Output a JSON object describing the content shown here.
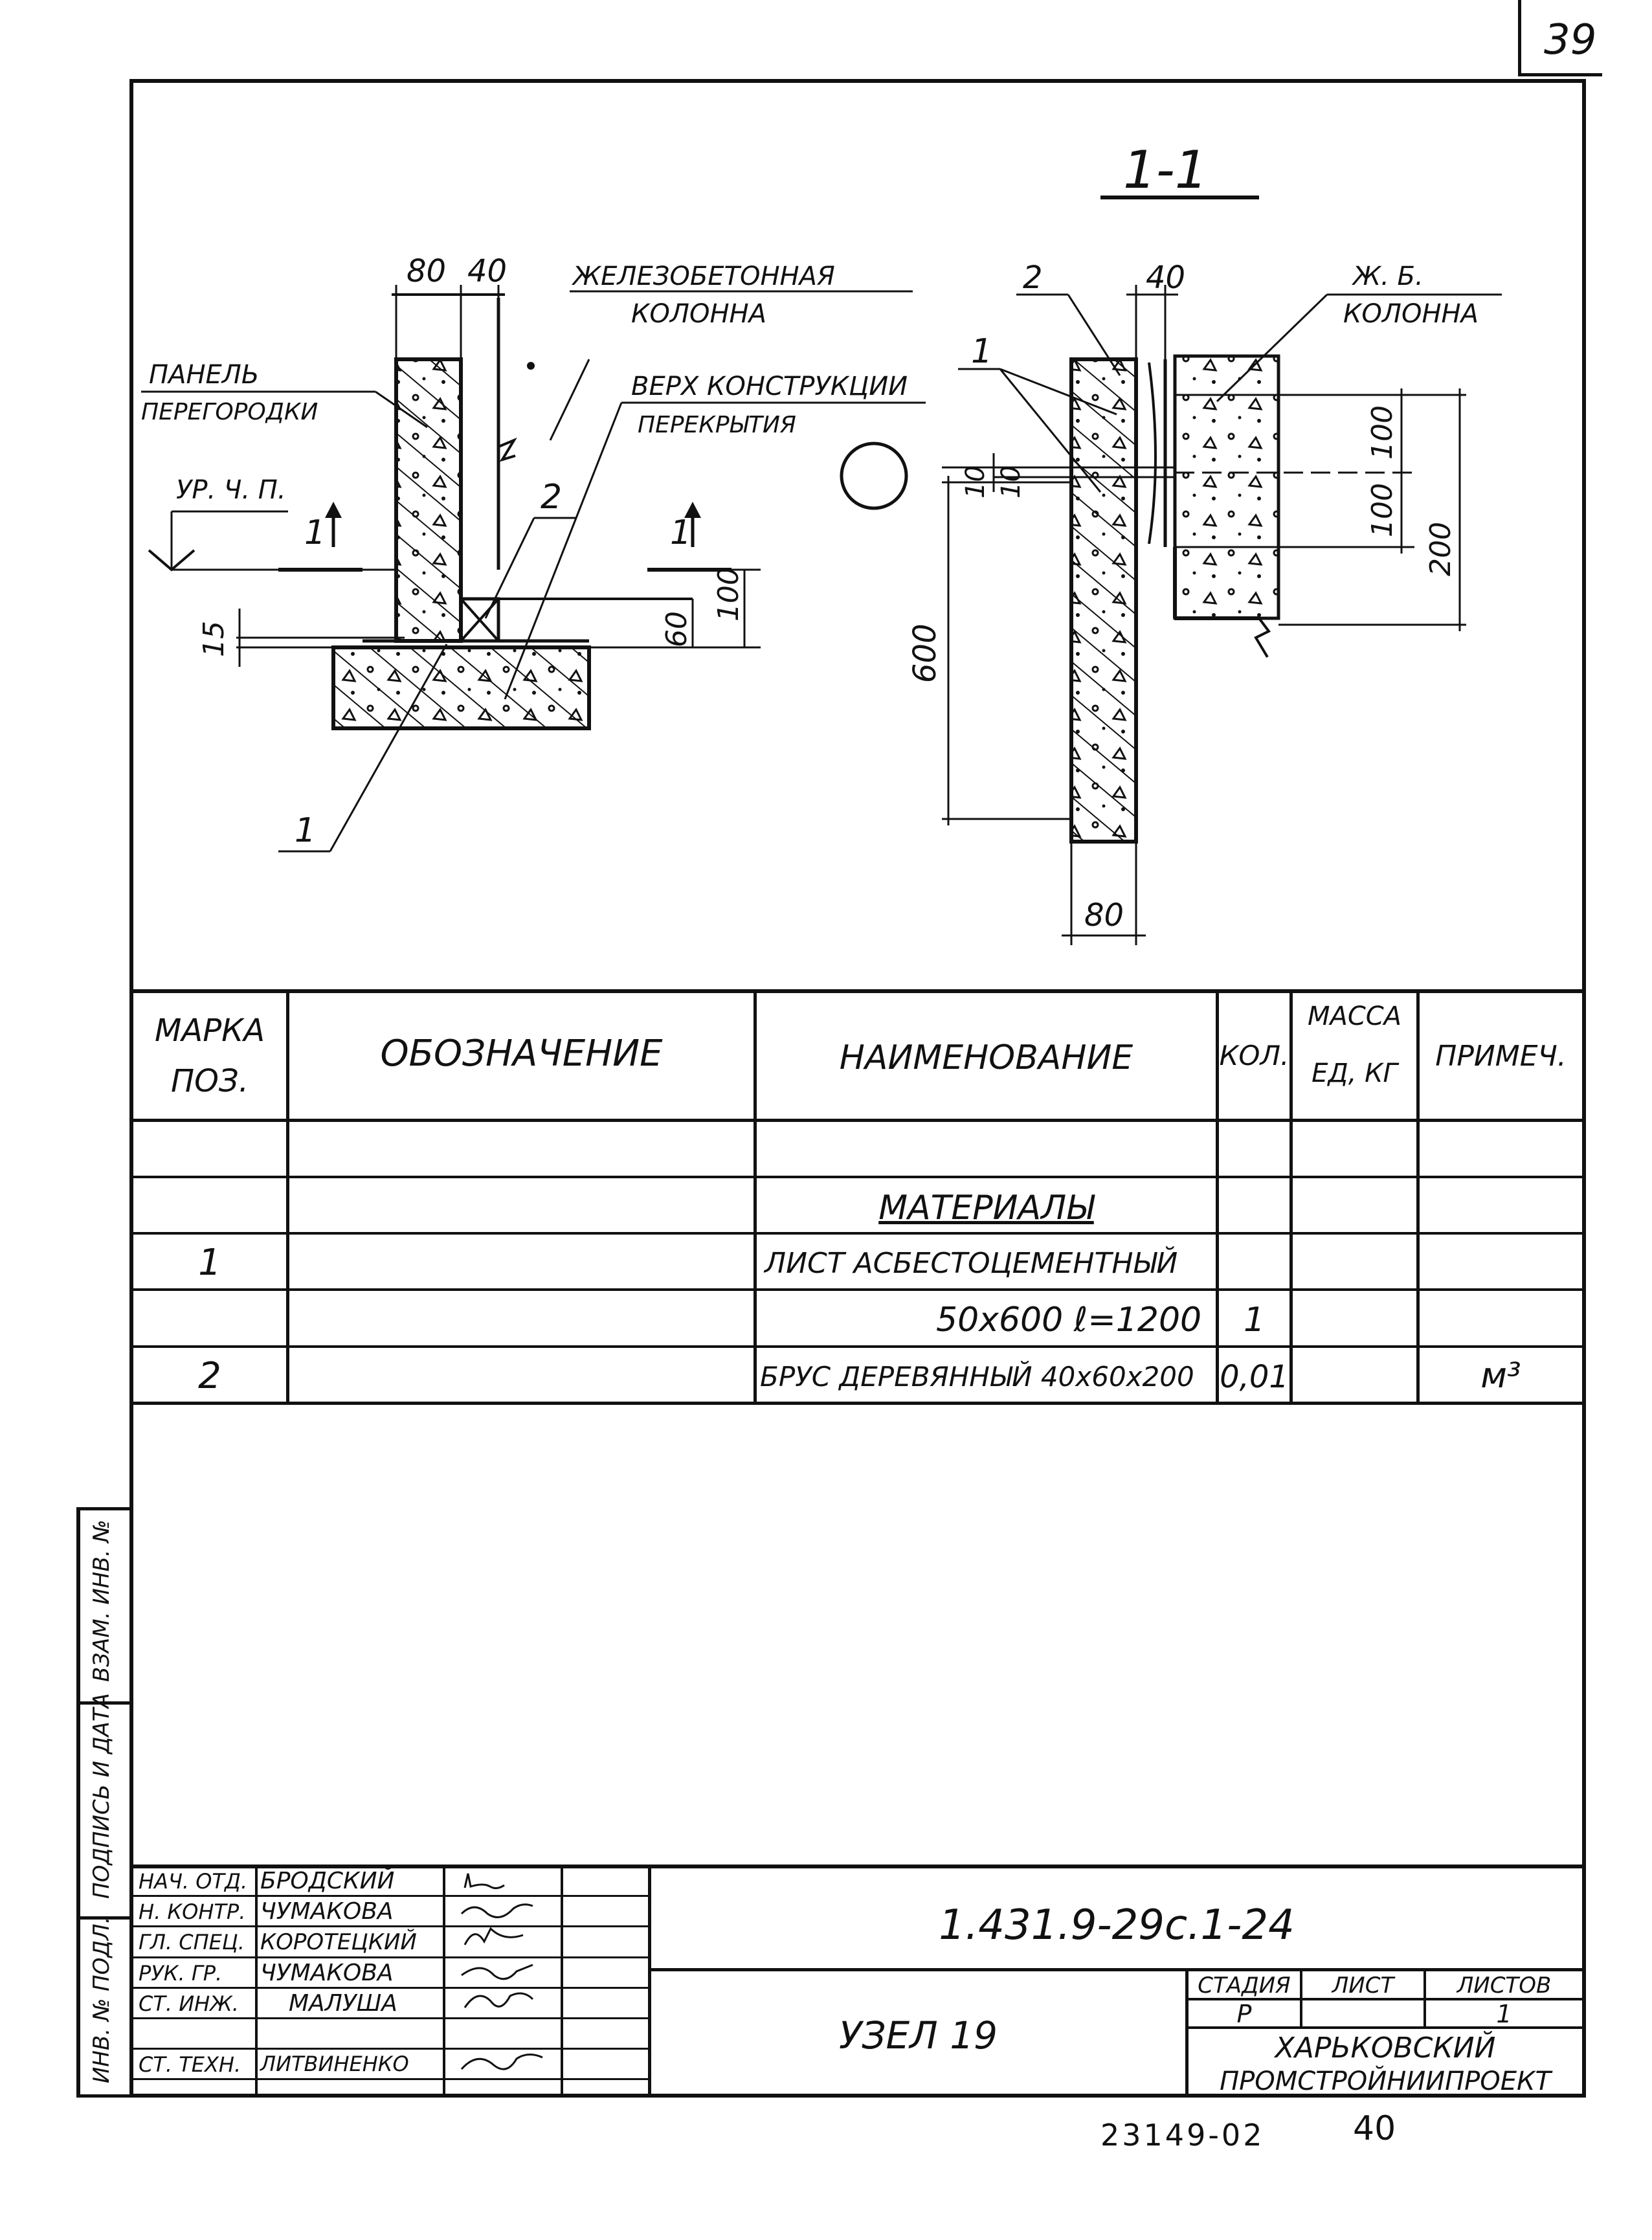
{
  "page_number": "39",
  "drawing": {
    "section_title": "1-1",
    "left": {
      "dim_80": "80",
      "dim_40": "40",
      "column_label_1": "ЖЕЛЕЗОБЕТОННАЯ",
      "column_label_2": "КОЛОННА",
      "panel_label_1": "ПАНЕЛЬ",
      "panel_label_2": "ПЕРЕГОРОДКИ",
      "top_label_1": "ВЕРХ КОНСТРУКЦИИ",
      "top_label_2": "ПЕРЕКРЫТИЯ",
      "level_label": "УР. Ч. П.",
      "callout_2": "2",
      "callout_1": "1",
      "cut_mark_left": "1",
      "cut_mark_right": "1",
      "dim_15": "15",
      "dim_60": "60",
      "dim_100": "100"
    },
    "right": {
      "callout_2": "2",
      "dim_40": "40",
      "column_label_1": "Ж. Б.",
      "column_label_2": "КОЛОННА",
      "callout_1": "1",
      "dim_10a": "10",
      "dim_10b": "10",
      "dim_100a": "100",
      "dim_100b": "100",
      "dim_200": "200",
      "dim_600": "600",
      "dim_80": "80"
    }
  },
  "spec_table": {
    "headers": {
      "mark_1": "МАРКА",
      "mark_2": "ПОЗ.",
      "designation": "ОБОЗНАЧЕНИЕ",
      "name": "НАИМЕНОВАНИЕ",
      "qty": "КОЛ.",
      "mass_1": "МАССА",
      "mass_2": "ЕД, КГ",
      "note": "ПРИМЕЧ."
    },
    "rows": [
      {
        "mark": "",
        "designation": "",
        "name": "",
        "qty": "",
        "mass": "",
        "note": ""
      },
      {
        "mark": "",
        "designation": "",
        "name": "МАТЕРИАЛЫ",
        "qty": "",
        "mass": "",
        "note": ""
      },
      {
        "mark": "1",
        "designation": "",
        "name": "ЛИСТ АСБЕСТОЦЕМЕНТНЫЙ",
        "qty": "",
        "mass": "",
        "note": ""
      },
      {
        "mark": "",
        "designation": "",
        "name": "50x600  ℓ=1200",
        "qty": "1",
        "mass": "",
        "note": ""
      },
      {
        "mark": "2",
        "designation": "",
        "name": "БРУС ДЕРЕВЯННЫЙ 40x60x200",
        "qty": "0,01",
        "mass": "",
        "note": "м³"
      }
    ]
  },
  "side_stamp": {
    "field_1": "ВЗАМ. ИНВ. №",
    "field_2": "ПОДПИСЬ И ДАТА",
    "field_3": "ИНВ. № ПОДЛ."
  },
  "title_block": {
    "people": [
      {
        "role": "НАЧ. ОТД.",
        "name": "БРОДСКИЙ"
      },
      {
        "role": "Н. КОНТР.",
        "name": "ЧУМАКОВА"
      },
      {
        "role": "ГЛ. СПЕЦ.",
        "name": "КОРОТЕЦКИЙ"
      },
      {
        "role": "РУК. ГР.",
        "name": "ЧУМАКОВА"
      },
      {
        "role": "СТ. ИНЖ.",
        "name": "МАЛУША"
      },
      {
        "role": "",
        "name": ""
      },
      {
        "role": "СТ. ТЕХН.",
        "name": "ЛИТВИНЕНКО"
      }
    ],
    "document_code": "1.431.9-29с.1-24",
    "sheet_title": "УЗЕЛ 19",
    "stage_label": "СТАДИЯ",
    "sheet_label": "ЛИСТ",
    "sheets_label": "ЛИСТОВ",
    "stage_value": "Р",
    "sheet_value": "",
    "sheets_value": "1",
    "org_line_1": "ХАРЬКОВСКИЙ",
    "org_line_2": "ПРОМСТРОЙНИИПРОЕКТ"
  },
  "footer": {
    "archive_number": "23149-02",
    "page": "40"
  }
}
